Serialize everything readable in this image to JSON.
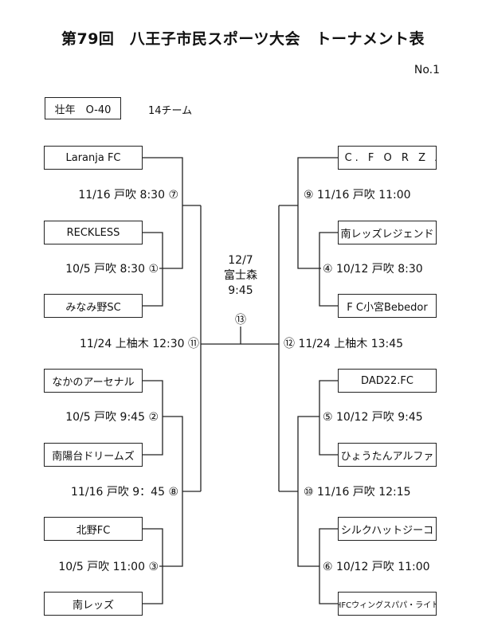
{
  "title": "第79回　八王子市民スポーツ大会　トーナメント表",
  "page_no": "No.1",
  "division": "壮年　O-40",
  "team_count": "14チーム",
  "left_teams": [
    "Laranja FC",
    "RECKLESS",
    "みなみ野SC",
    "なかのアーセナル",
    "南陽台ドリームズ",
    "北野FC",
    "南レッズ"
  ],
  "right_teams": [
    "F C.  F O R Z A",
    "南レッズレジェンド",
    "F C小宮Bebedor",
    "DAD22.FC",
    "ひょうたんアルファ",
    "シルクハットジーコ",
    "HFCウィングスパパ・ライト"
  ],
  "matches": {
    "m1": "10/5 戸吹 8:30 ①",
    "m2": "10/5 戸吹 9:45 ②",
    "m3": "10/5 戸吹 11:00 ③",
    "m4": "④ 10/12 戸吹 8:30",
    "m5": "⑤ 10/12 戸吹 9:45",
    "m6": "⑥ 10/12 戸吹 11:00",
    "m7": "11/16 戸吹 8:30 ⑦",
    "m8": "11/16 戸吹 9：45 ⑧",
    "m9": "⑨ 11/16 戸吹 11:00",
    "m10": "⑩ 11/16 戸吹 12:15",
    "m11": "11/24 上柚木 12:30 ⑪",
    "m12": "⑫ 11/24 上柚木 13:45"
  },
  "final": {
    "date": "12/7",
    "venue": "富士森",
    "time": "9:45",
    "number": "⑬"
  }
}
